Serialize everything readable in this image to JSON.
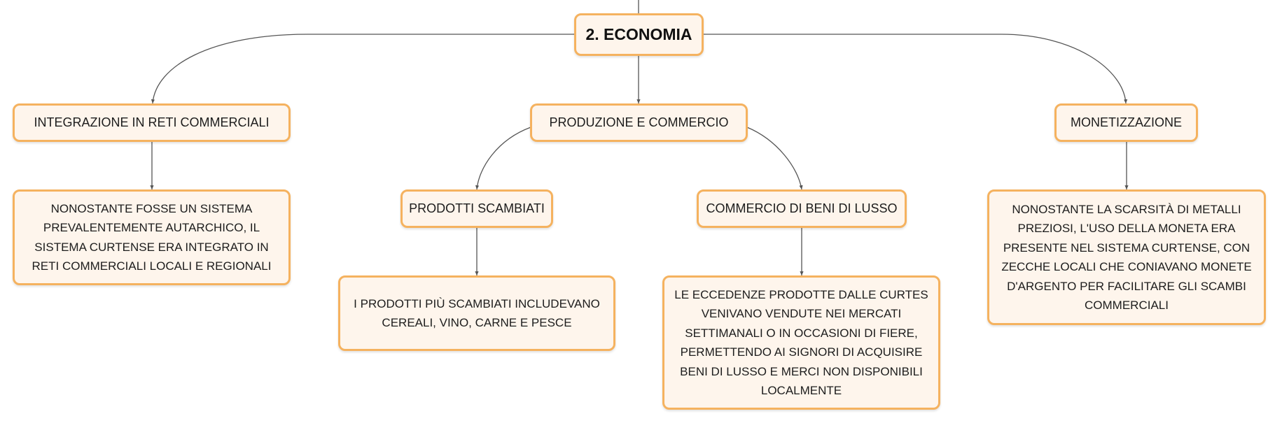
{
  "diagram": {
    "root": "2. ECONOMIA",
    "branches": [
      {
        "title": "INTEGRAZIONE IN RETI COMMERCIALI",
        "detail": "NONOSTANTE FOSSE UN SISTEMA PREVALENTEMENTE AUTARCHICO, IL SISTEMA CURTENSE ERA INTEGRATO IN RETI COMMERCIALI LOCALI E REGIONALI"
      },
      {
        "title": "PRODUZIONE E COMMERCIO",
        "children": [
          {
            "title": "PRODOTTI SCAMBIATI",
            "detail": "I PRODOTTI PIÙ SCAMBIATI INCLUDEVANO CEREALI, VINO, CARNE E PESCE"
          },
          {
            "title": "COMMERCIO DI BENI DI LUSSO",
            "detail": "LE ECCEDENZE PRODOTTE DALLE CURTES VENIVANO VENDUTE NEI MERCATI SETTIMANALI O IN OCCASIONI DI FIERE, PERMETTENDO AI SIGNORI DI ACQUISIRE BENI DI LUSSO E MERCI NON DISPONIBILI LOCALMENTE"
          }
        ]
      },
      {
        "title": "MONETIZZAZIONE",
        "detail": "NONOSTANTE LA SCARSITÀ DI METALLI PREZIOSI, L'USO DELLA MONETA ERA PRESENTE NEL SISTEMA CURTENSE, CON ZECCHE LOCALI CHE CONIAVANO MONETE D'ARGENTO PER FACILITARE GLI SCAMBI COMMERCIALI"
      }
    ]
  },
  "colors": {
    "node_fill": "#fef5ec",
    "node_border": "#f5b25f",
    "connector": "#555555",
    "text": "#1d1d1d"
  }
}
